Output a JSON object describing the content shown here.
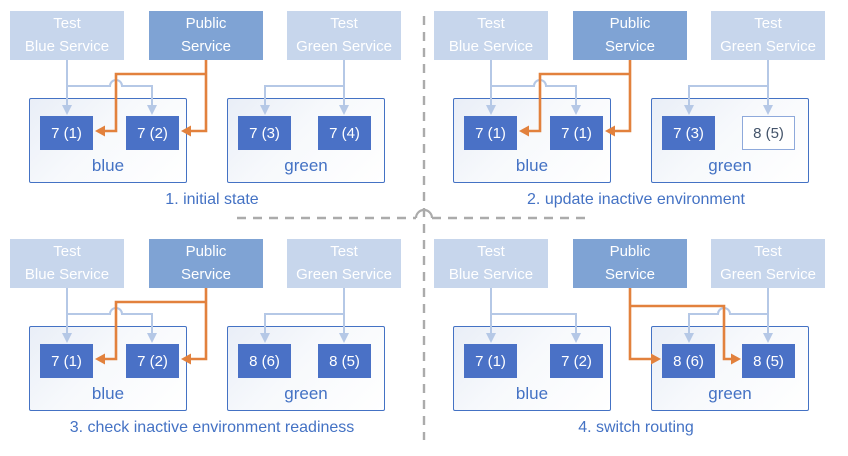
{
  "colors": {
    "accent_blue": "#4472c4",
    "node_fill": "#4a71c6",
    "test_service_fill": "#c7d6ec",
    "public_service_fill": "#7fa3d4",
    "light_arrow": "#b5c8e6",
    "orange_arrow": "#e2813d",
    "divider_gray": "#ababab",
    "outline_node_border": "#8ea9db",
    "outline_node_text": "#44546a",
    "env_fill_light": "#e9eef7"
  },
  "services": {
    "test_blue": {
      "line1": "Test",
      "line2": "Blue Service"
    },
    "public": {
      "line1": "Public",
      "line2": "Service"
    },
    "test_green": {
      "line1": "Test",
      "line2": "Green Service"
    }
  },
  "panels": [
    {
      "caption": "1. initial state",
      "public_routes_to": "blue",
      "blue_env": {
        "label": "blue",
        "nodes": [
          {
            "label": "7 (1)",
            "filled": true
          },
          {
            "label": "7 (2)",
            "filled": true
          }
        ]
      },
      "green_env": {
        "label": "green",
        "nodes": [
          {
            "label": "7 (3)",
            "filled": true
          },
          {
            "label": "7 (4)",
            "filled": true
          }
        ]
      }
    },
    {
      "caption": "2. update inactive environment",
      "public_routes_to": "blue",
      "blue_env": {
        "label": "blue",
        "nodes": [
          {
            "label": "7 (1)",
            "filled": true
          },
          {
            "label": "7 (1)",
            "filled": true
          }
        ]
      },
      "green_env": {
        "label": "green",
        "nodes": [
          {
            "label": "7 (3)",
            "filled": true
          },
          {
            "label": "8 (5)",
            "filled": false
          }
        ]
      }
    },
    {
      "caption": "3. check inactive environment readiness",
      "public_routes_to": "blue",
      "blue_env": {
        "label": "blue",
        "nodes": [
          {
            "label": "7 (1)",
            "filled": true
          },
          {
            "label": "7 (2)",
            "filled": true
          }
        ]
      },
      "green_env": {
        "label": "green",
        "nodes": [
          {
            "label": "8 (6)",
            "filled": true
          },
          {
            "label": "8 (5)",
            "filled": true
          }
        ]
      }
    },
    {
      "caption": "4. switch routing",
      "public_routes_to": "green",
      "blue_env": {
        "label": "blue",
        "nodes": [
          {
            "label": "7 (1)",
            "filled": true
          },
          {
            "label": "7 (2)",
            "filled": true
          }
        ]
      },
      "green_env": {
        "label": "green",
        "nodes": [
          {
            "label": "8 (6)",
            "filled": true
          },
          {
            "label": "8 (5)",
            "filled": true
          }
        ]
      }
    }
  ]
}
